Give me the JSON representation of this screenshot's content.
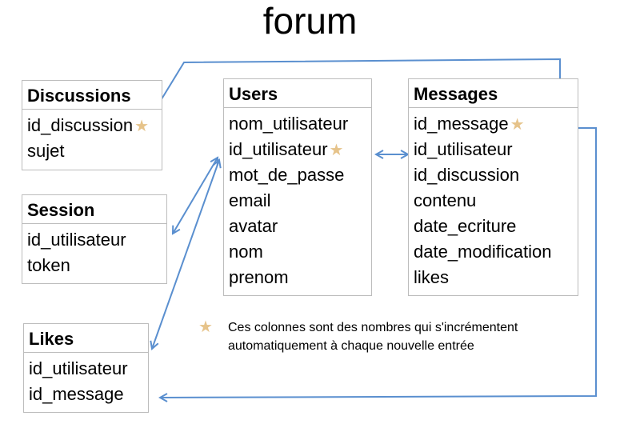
{
  "title": "forum",
  "tables": {
    "discussions": {
      "name": "Discussions",
      "rows": [
        "id_discussion",
        "sujet"
      ]
    },
    "session": {
      "name": "Session",
      "rows": [
        "id_utilisateur",
        "token"
      ]
    },
    "likes": {
      "name": "Likes",
      "rows": [
        "id_utilisateur",
        "id_message"
      ]
    },
    "users": {
      "name": "Users",
      "rows": [
        "nom_utilisateur",
        "id_utilisateur",
        "mot_de_passe",
        "email",
        "avatar",
        "nom",
        "prenom"
      ]
    },
    "messages": {
      "name": "Messages",
      "rows": [
        "id_message",
        "id_utilisateur",
        "id_discussion",
        "contenu",
        "date_ecriture",
        "date_modification",
        "likes"
      ]
    }
  },
  "legend": {
    "line1": "Ces colonnes sont des nombres qui s'incrémentent",
    "line2": "automatiquement à chaque nouvelle entrée"
  },
  "colors": {
    "arrow": "#5a8fcf",
    "star": "#e6c38a",
    "border": "#bdbdbd"
  }
}
